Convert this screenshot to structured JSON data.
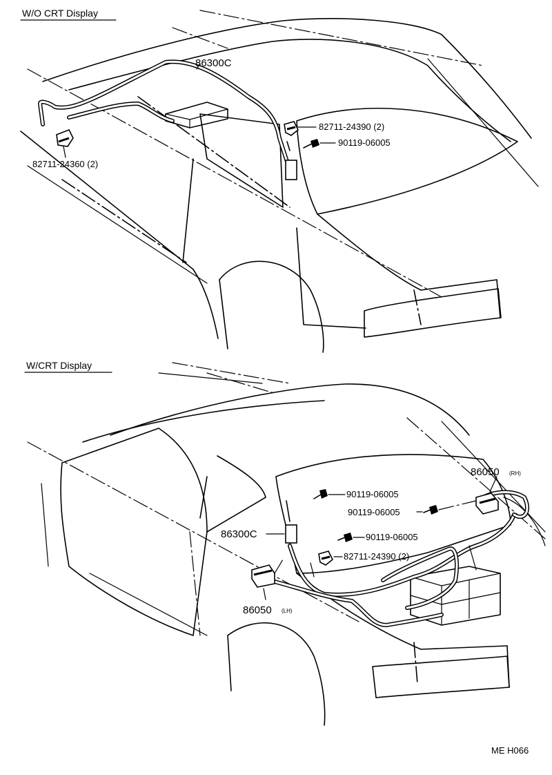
{
  "sections": [
    {
      "title": "W/O CRT Display",
      "labels": {
        "antenna": "86300C",
        "clamp_right": "82711-24390 (2)",
        "screw": "90119-06005",
        "clamp_left": "82711-24360 (2)"
      }
    },
    {
      "title": "W/CRT Display",
      "labels": {
        "screw_a": "90119-06005",
        "screw_b": "90119-06005",
        "screw_c": "90119-06005",
        "clamp": "82711-24390 (2)",
        "antenna": "86300C",
        "amp_rh": "86050",
        "amp_rh_side": "(RH)",
        "amp_lh": "86050",
        "amp_lh_side": "(LH)"
      }
    }
  ],
  "figure_code": "ME H066"
}
